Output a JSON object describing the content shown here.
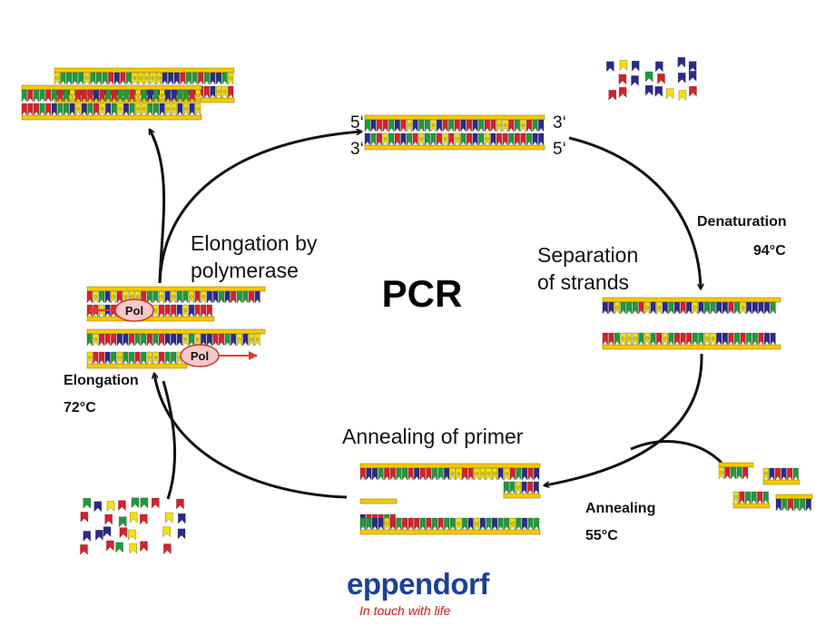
{
  "title": "PCR",
  "strand_ends": {
    "top_left": "5‘",
    "top_right": "3‘",
    "bottom_left": "3‘",
    "bottom_right": "5‘"
  },
  "steps": {
    "denaturation": {
      "label": "Denaturation",
      "temp": "94°C",
      "description": "Separation\nof strands"
    },
    "annealing": {
      "label": "Annealing",
      "temp": "55°C",
      "description": "Annealing of primer"
    },
    "elongation": {
      "label": "Elongation",
      "temp": "72°C",
      "description": "Elongation by\npolymerase"
    }
  },
  "polymerase_label": "Pol",
  "brand": {
    "name": "eppendorf",
    "slogan": "In touch with life",
    "name_color": "#1d3f99",
    "slogan_color": "#d0191b"
  },
  "colors": {
    "backbone": "#f5c800",
    "backbone_edge": "#9a8300",
    "arrow": "#111111",
    "pol_arrow": "#e23a2a",
    "pol_fill": "#f7c8c8",
    "base_red": "#d8202a",
    "base_green": "#1f9a3a",
    "base_blue": "#2b2a8c",
    "base_yellow": "#f5e000"
  }
}
